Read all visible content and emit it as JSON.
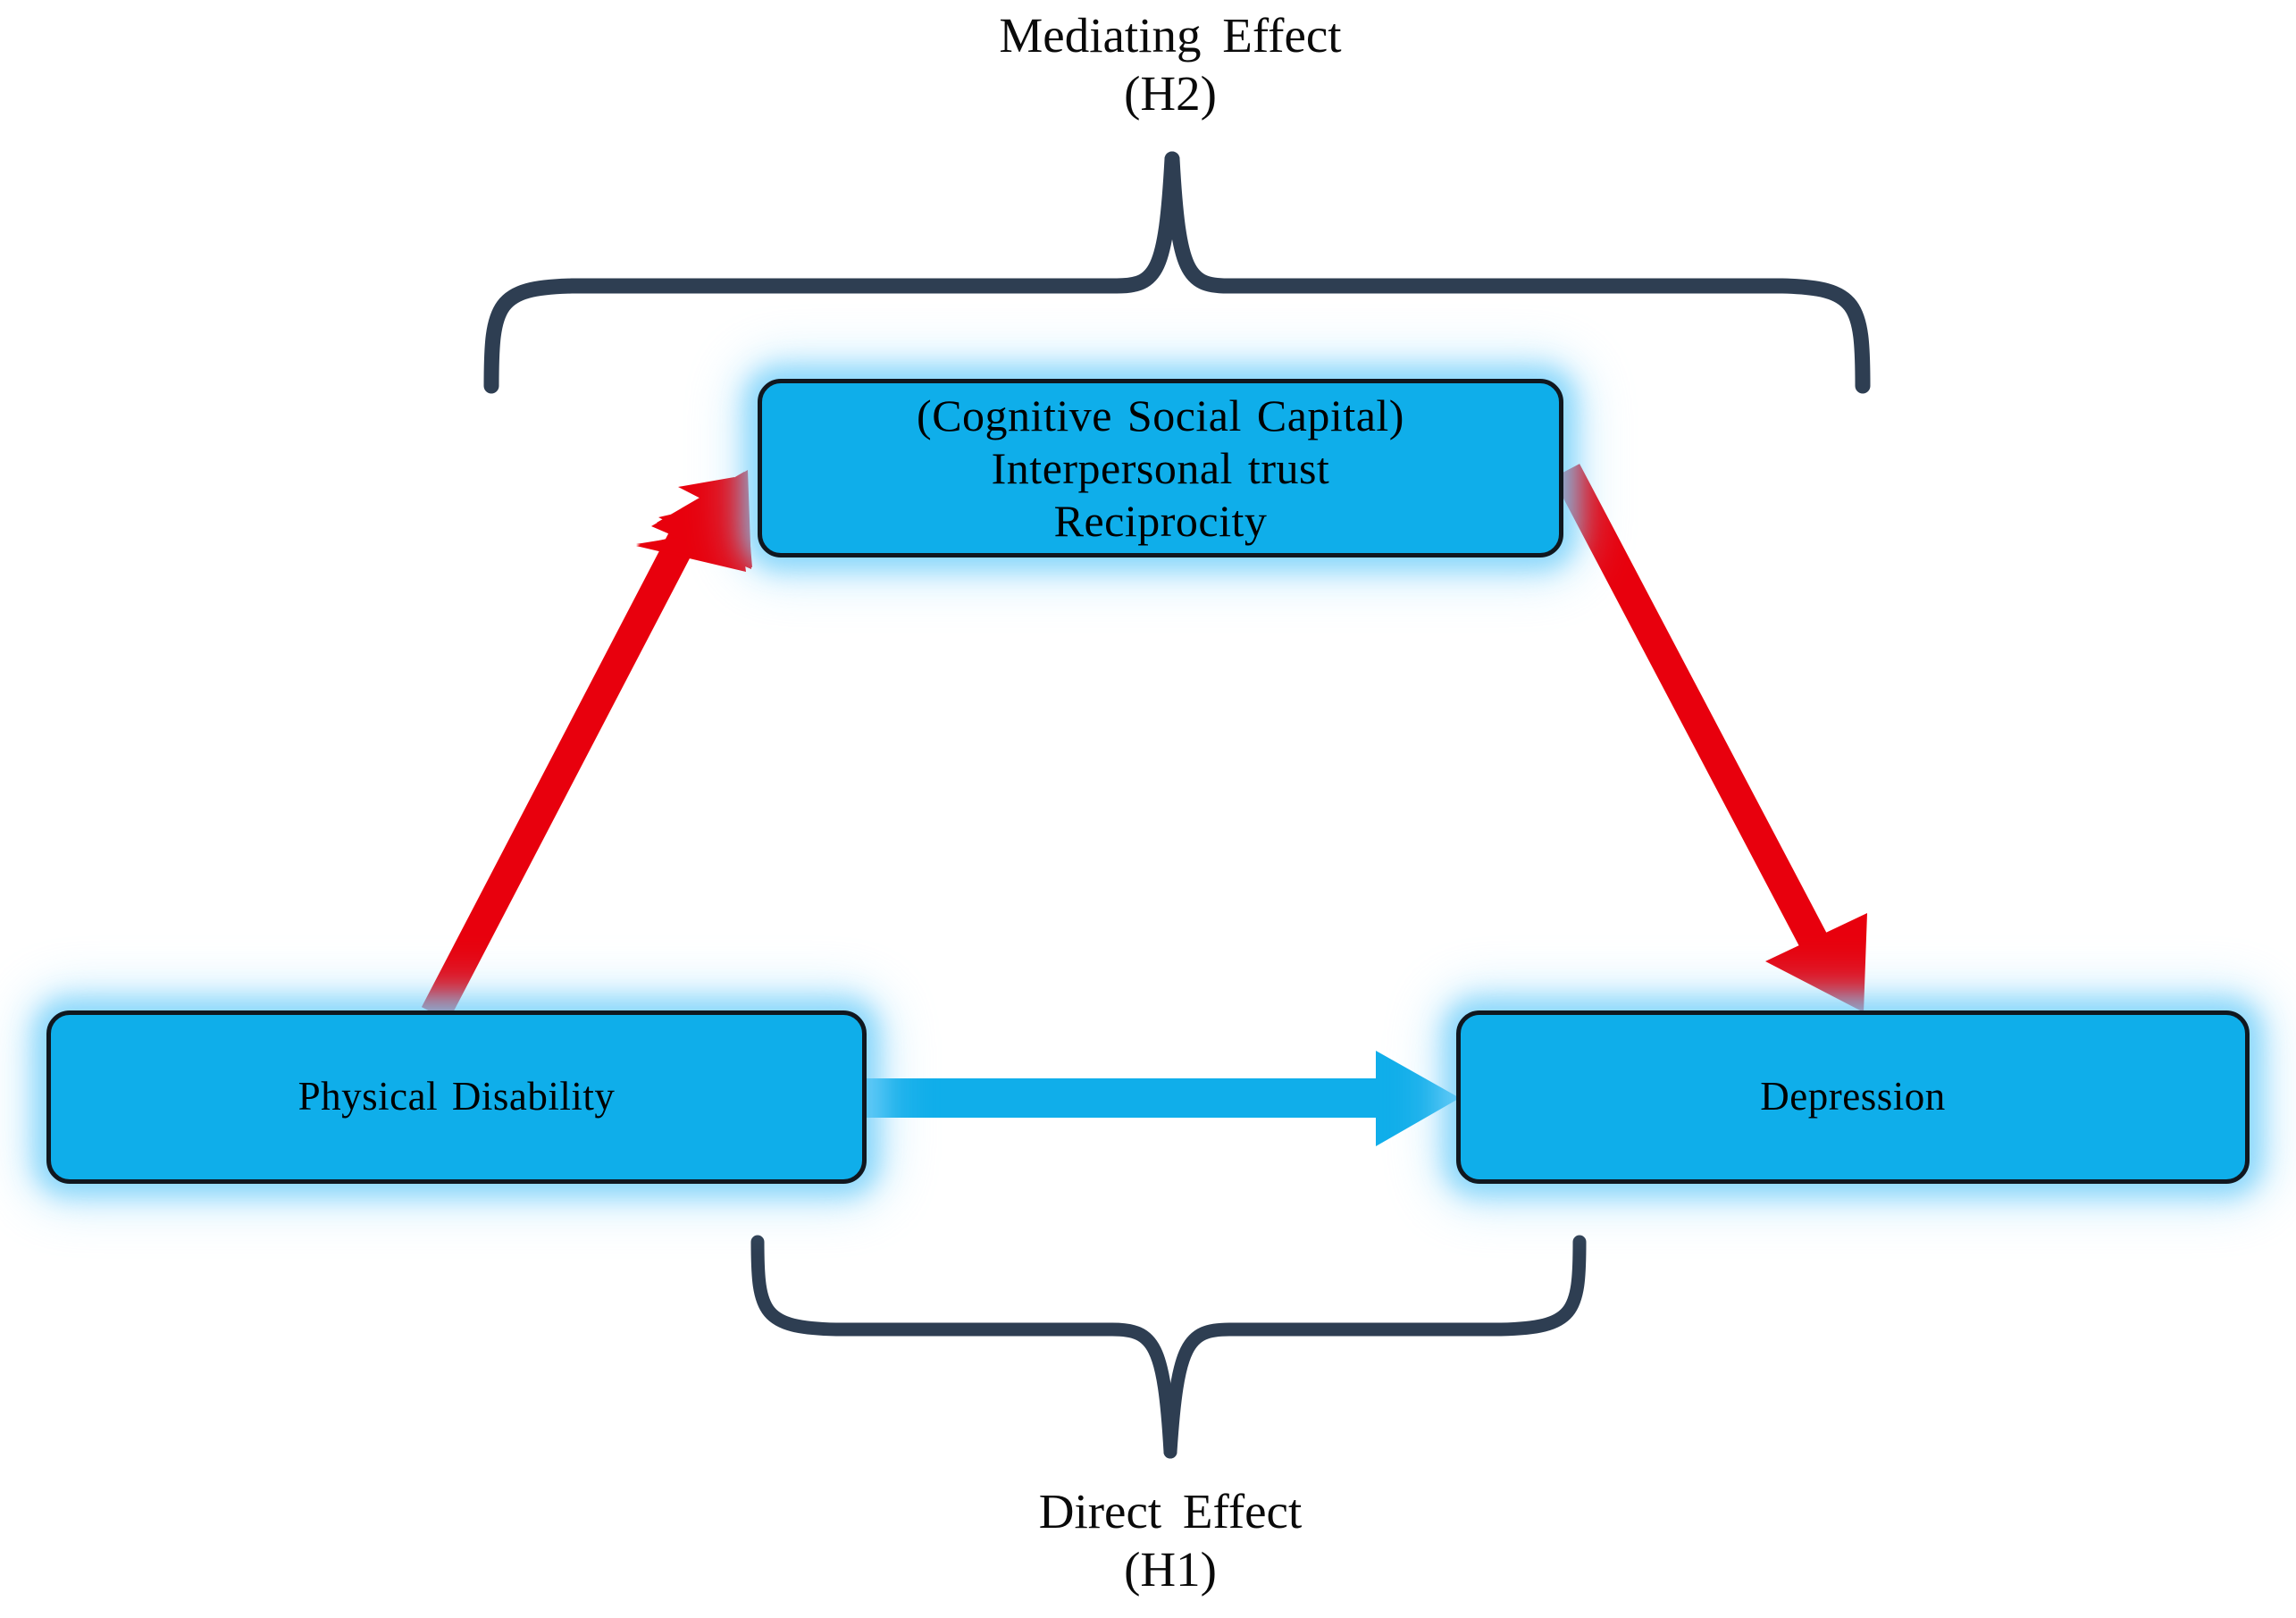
{
  "diagram": {
    "title_top": "Mediating Effect",
    "subtitle_top": "(H2)",
    "title_bottom": "Direct Effect",
    "subtitle_bottom": "(H1)",
    "background_color": "#ffffff",
    "node_fill_color": "#0FAEEA",
    "node_border_color": "#10171f",
    "node_glow_color": "#8FD8FB",
    "brace_color": "#2E3E52",
    "mediation_arrow_color": "#E8000D",
    "direct_arrow_color": "#10AEEA"
  },
  "nodes": {
    "mediator": {
      "line1": "(Cognitive Social Capital)",
      "line2": "Interpersonal trust",
      "line3": "Reciprocity"
    },
    "predictor": {
      "label": "Physical Disability"
    },
    "outcome": {
      "label": "Depression"
    }
  },
  "braces": {
    "top": {
      "name": "mediating-effect-brace",
      "spans": "predictor-to-outcome-via-mediator",
      "direction": "up"
    },
    "bottom": {
      "name": "direct-effect-brace",
      "spans": "predictor-to-outcome",
      "direction": "down"
    }
  },
  "edges": [
    {
      "id": "a-path",
      "from": "Physical Disability",
      "to": "(Cognitive Social Capital) Interpersonal trust Reciprocity",
      "color": "#E8000D",
      "style": "thick-solid-arrow"
    },
    {
      "id": "b-path",
      "from": "(Cognitive Social Capital) Interpersonal trust Reciprocity",
      "to": "Depression",
      "color": "#E8000D",
      "style": "thick-solid-arrow"
    },
    {
      "id": "c-path",
      "from": "Physical Disability",
      "to": "Depression",
      "color": "#10AEEA",
      "style": "thick-solid-arrow"
    }
  ]
}
